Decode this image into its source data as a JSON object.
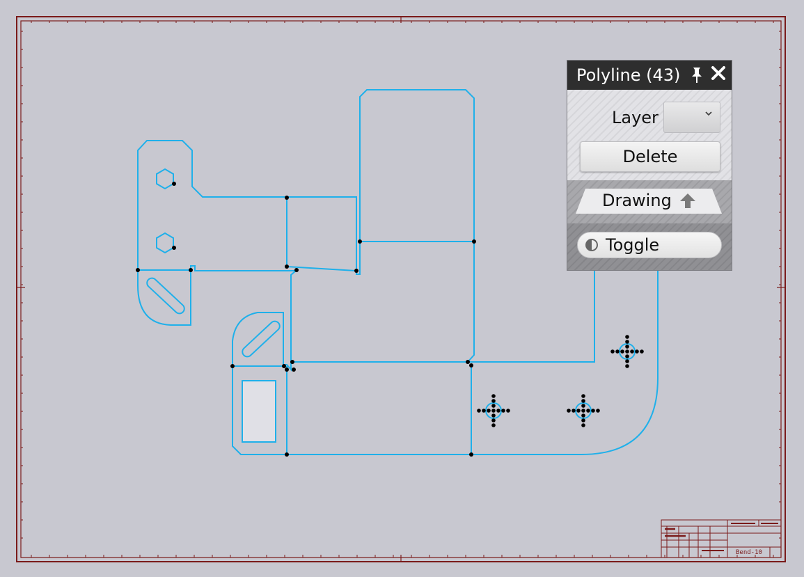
{
  "panel": {
    "title": "Polyline (43)",
    "layer_label": "Layer",
    "layer_value": "",
    "delete_label": "Delete",
    "drawing_label": "Drawing",
    "toggle_label": "Toggle"
  },
  "icons": {
    "pin": "pin-icon",
    "close": "close-icon",
    "layer_dropdown": "chevron-down-icon",
    "collapse": "arrow-up-icon",
    "toggle": "half-circle-icon"
  },
  "title_block": {
    "drawing_name": "Bend-10"
  },
  "colors": {
    "background": "#c8c8d0",
    "frame": "#7a1a1a",
    "geometry": "#1fb0ea",
    "grip": "#000000",
    "panel_header": "#2e2e2e"
  }
}
